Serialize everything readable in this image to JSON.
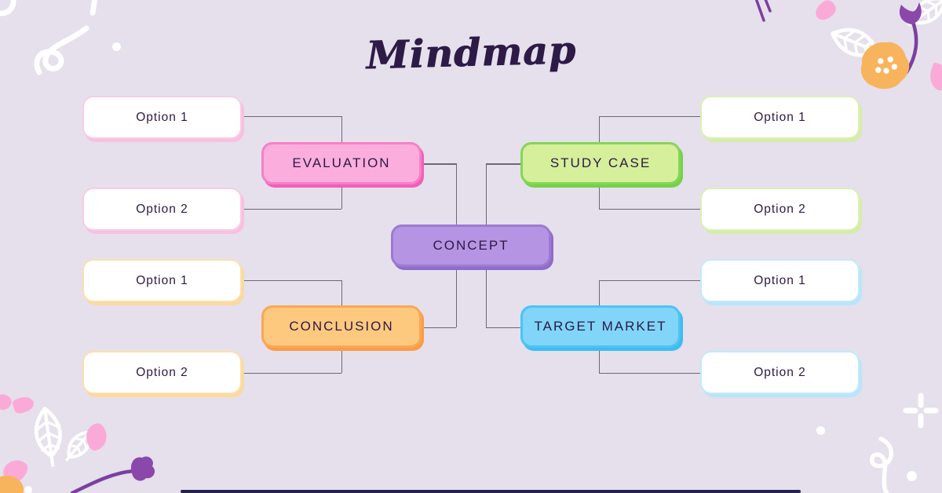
{
  "title": "Mindmap",
  "background_color": "#e5e0ec",
  "text_color": "#2d1845",
  "connector_color": "#6b6878",
  "center_node": {
    "label": "CONCEPT",
    "fill": "#b595e3",
    "border_color": "#9c7ad1",
    "shadow_color": "#8e6cc9"
  },
  "branches": [
    {
      "label": "EVALUATION",
      "position": "top-left",
      "fill": "#fbaede",
      "border_color": "#f77fc7",
      "shadow_color": "#f25fb8",
      "option_border_color": "#f9cbe6",
      "option_shadow_color": "#f8c0e0",
      "options": [
        "Option 1",
        "Option 2"
      ]
    },
    {
      "label": "STUDY CASE",
      "position": "top-right",
      "fill": "#d5ef9b",
      "border_color": "#84d657",
      "shadow_color": "#77d04d",
      "option_border_color": "#dcefb4",
      "option_shadow_color": "#d6ecaa",
      "options": [
        "Option 1",
        "Option 2"
      ]
    },
    {
      "label": "CONCLUSION",
      "position": "bottom-left",
      "fill": "#fdc97f",
      "border_color": "#fba754",
      "shadow_color": "#f99c4b",
      "option_border_color": "#fcdfab",
      "option_shadow_color": "#fbd9a0",
      "options": [
        "Option 1",
        "Option 2"
      ]
    },
    {
      "label": "TARGET MARKET",
      "position": "bottom-right",
      "fill": "#80d5f8",
      "border_color": "#4cc3f3",
      "shadow_color": "#3fbcf0",
      "option_border_color": "#c2eafb",
      "option_shadow_color": "#b8e5f9",
      "options": [
        "Option 1",
        "Option 2"
      ]
    }
  ],
  "decorative_colors": {
    "doodle_white": "#ffffff",
    "petal_pink": "#fbaad8",
    "flower_purple": "#8b48ab",
    "stem_purple": "#7b3fa0",
    "blob_orange": "#f8b45c",
    "bottom_bar": "#262150"
  }
}
